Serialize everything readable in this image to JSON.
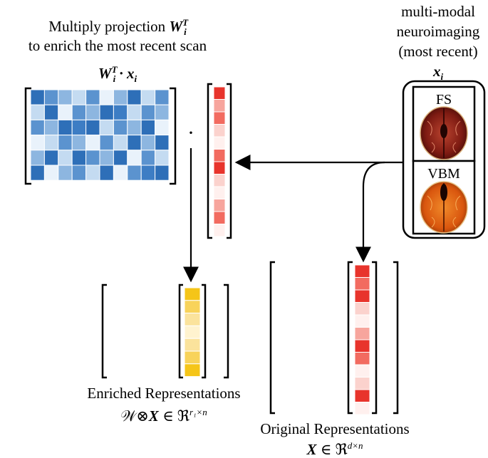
{
  "top_left": {
    "line1": "Multiply projection",
    "line1_math": "W",
    "line1_sup": "T",
    "line1_sub": "i",
    "line2": "to enrich the most recent scan",
    "formula": "W",
    "formula_sup": "T",
    "formula_sub": "i",
    "formula_rest": " · x",
    "formula_rest_sub": "i"
  },
  "top_right": {
    "line1": "multi-modal",
    "line2": "neuroimaging",
    "line3": "(most recent)",
    "var": "x",
    "var_sub": "i"
  },
  "panels": [
    {
      "label": "FS",
      "color": "#8b1e14"
    },
    {
      "label": "VBM",
      "color": "#e0650f"
    }
  ],
  "enriched": {
    "title": "Enriched Representations",
    "formula": "𝒲⊗",
    "formula_X": "X",
    "formula_tail": " ∈ ℜ",
    "formula_sup": "r₁×n"
  },
  "original": {
    "title": "Original Representations",
    "formula_X": "X",
    "formula_tail": " ∈ ℜ",
    "formula_sup": "d×n"
  },
  "dot_operator": "·",
  "colors": {
    "matrix": [
      "#2e6fb8",
      "#5b93cf",
      "#8db6e0",
      "#c4dbf1",
      "#e9f2fb",
      "#3d7dc4"
    ],
    "red": [
      "#e8342c",
      "#f26b60",
      "#f7a59d",
      "#fbd2cd",
      "#fff0ee"
    ],
    "yellow": [
      "#f5c518",
      "#f8d35a",
      "#fbe39c",
      "#fff3cf"
    ]
  }
}
